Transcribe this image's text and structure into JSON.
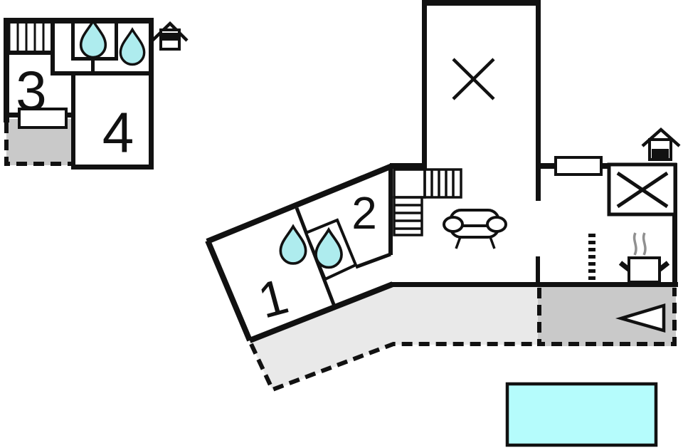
{
  "plan": {
    "annex": {
      "room3_label": "3",
      "room4_label": "4"
    },
    "main": {
      "room1_label": "1",
      "room2_label": "2"
    }
  },
  "icons": {
    "entrance": "house-entrance-icon",
    "water": "water-drop-icon",
    "stove": "pot-with-steam-icon",
    "sofa": "sofa-icon",
    "stairs": "staircase",
    "cross": "x-marker",
    "arrow": "triangle-arrow-icon"
  },
  "colors": {
    "wall": "#111111",
    "water_drop": "#aeecee",
    "pool": "#b5fcfc",
    "terrace_light": "#e9e9e9",
    "terrace_dark": "#c9c9c9",
    "steam": "#909090"
  }
}
